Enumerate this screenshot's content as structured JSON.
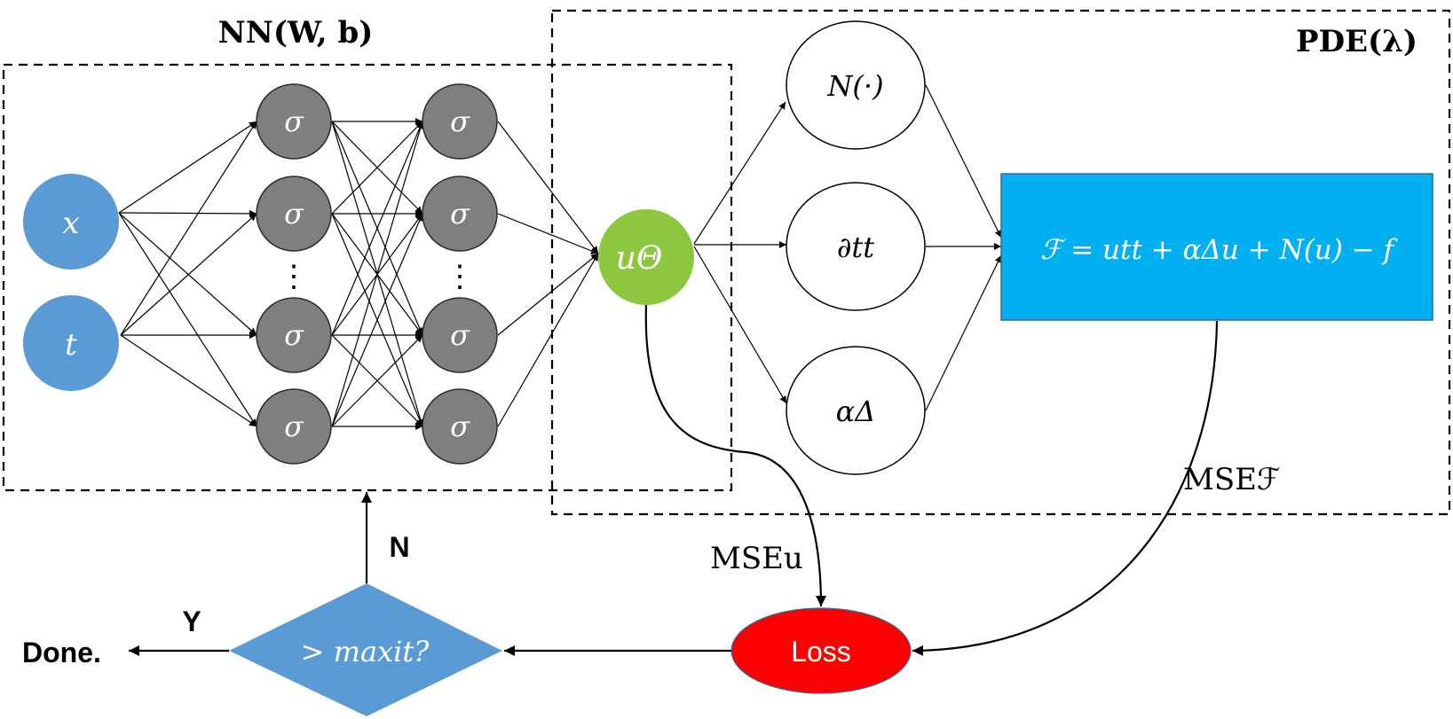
{
  "labels": {
    "nn_box": "NN(W, b)",
    "pde_box": "PDE(λ)",
    "input_x": "x",
    "input_t": "t",
    "activation": "σ",
    "ellipsis": "⋮",
    "output": "uΘ",
    "op_nonlinear": "N(·)",
    "op_dtt": "∂tt",
    "op_laplace": "αΔ",
    "residual_equation": "ℱ = utt + αΔu + N(u) − f",
    "mse_f": "MSEℱ",
    "mse_u": "MSEu",
    "loss": "Loss",
    "decision": "> maxit?",
    "branch_no": "N",
    "branch_yes": "Y",
    "done": "Done."
  },
  "colors": {
    "input_node": "#5b9bd5",
    "hidden_node": "#7f7f7f",
    "output_node": "#8dc63f",
    "residual_box": "#00b0f0",
    "loss_node": "#ff0000",
    "decision_node": "#5b9bd5"
  }
}
